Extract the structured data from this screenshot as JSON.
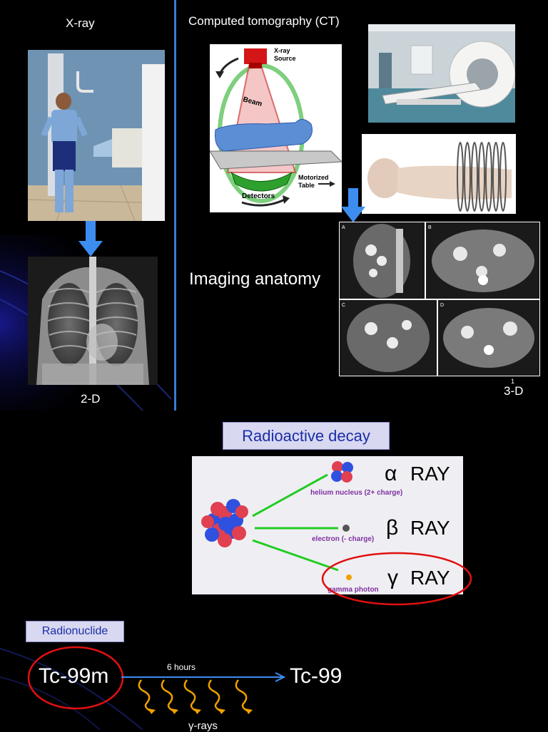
{
  "xray": {
    "title": "X-ray",
    "result_label": "2-D"
  },
  "ct": {
    "title": "Computed tomography (CT)",
    "diagram": {
      "source_label_1": "X-ray",
      "source_label_2": "Source",
      "beam_label": "Beam",
      "detectors_label": "Detectors",
      "table_label_1": "Motorized",
      "table_label_2": "Table"
    },
    "imaging_label": "Imaging anatomy",
    "panel_letters": [
      "A",
      "B",
      "C",
      "D"
    ],
    "result_label": "3-D",
    "slide_number": "1"
  },
  "decay": {
    "title": "Radioactive decay",
    "rays": [
      {
        "symbol": "α",
        "name": "RAY",
        "particle": "helium nucleus (2+ charge)"
      },
      {
        "symbol": "β",
        "name": "RAY",
        "particle": "electron (- charge)"
      },
      {
        "symbol": "γ",
        "name": "RAY",
        "particle": "gamma photon"
      }
    ]
  },
  "radionuclide": {
    "title": "Radionuclide",
    "from": "Tc-99m",
    "to": "Tc-99",
    "half_life": "6 hours",
    "emission": "γ-rays"
  },
  "colors": {
    "divider": "#3a7bd5",
    "arrow_blue": "#3d8df0",
    "highlight_red": "#e01010",
    "box_bg": "#d8d8f0",
    "box_text": "#1a2ea8",
    "ray_orange": "#f0a000"
  }
}
